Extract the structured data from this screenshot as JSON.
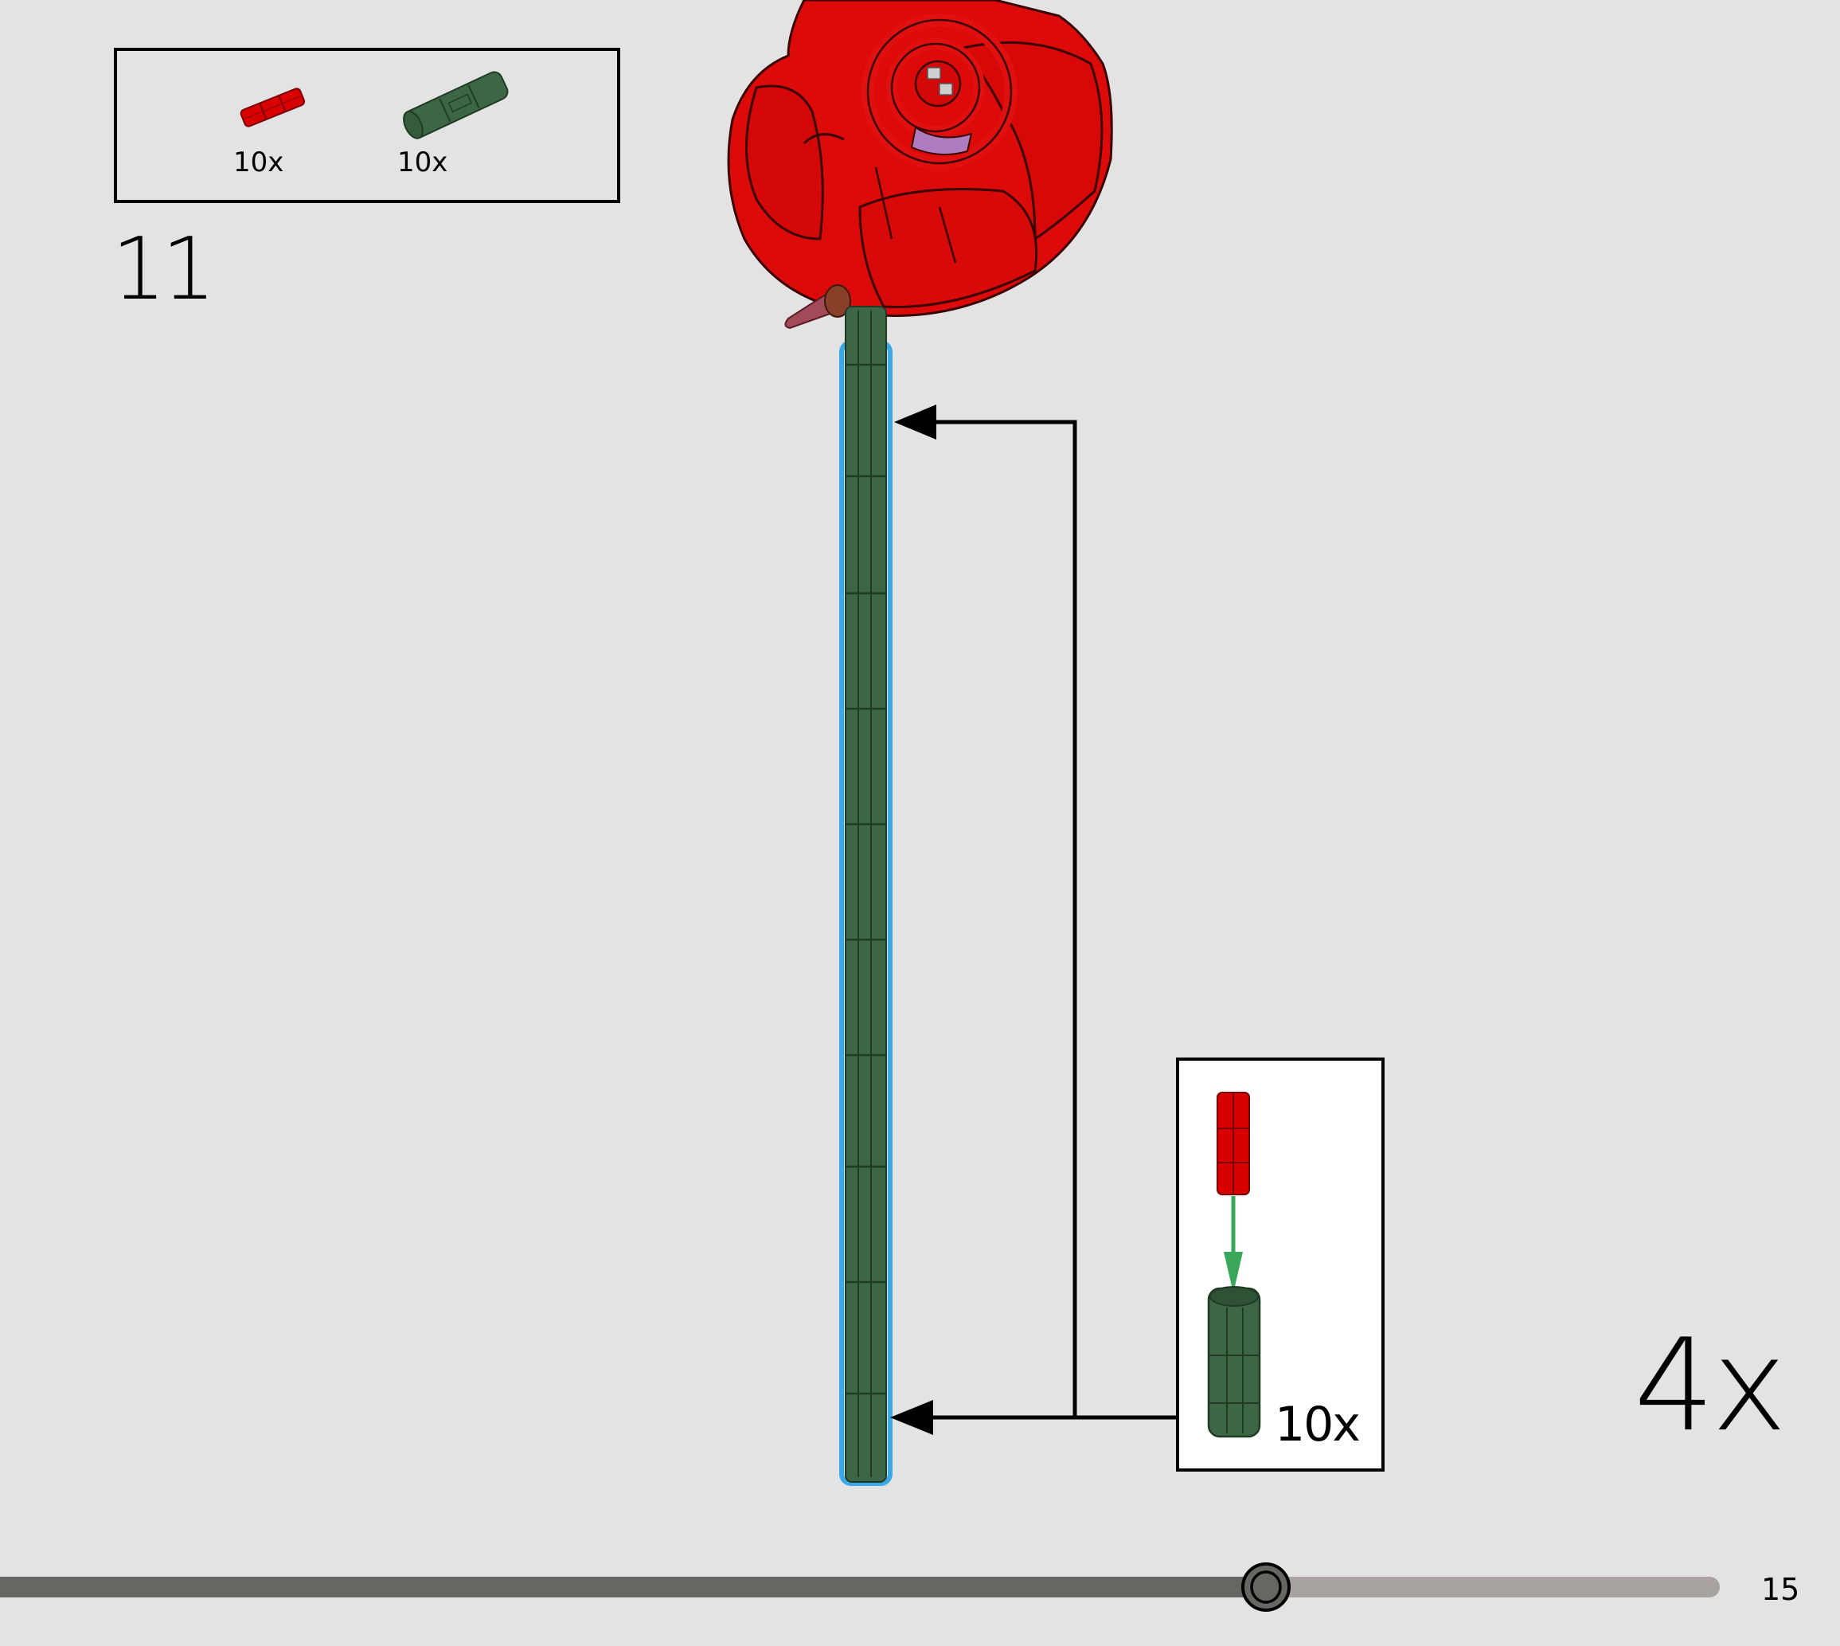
{
  "page": {
    "background": "#e3e3e3",
    "page_number": "15"
  },
  "parts_list": {
    "items": [
      {
        "name": "red-axle-2",
        "color": "#d80000",
        "quantity": "10x"
      },
      {
        "name": "green-axle-connector",
        "color": "#3d6645",
        "quantity": "10x"
      }
    ]
  },
  "step": {
    "number": "11",
    "multiplier": "4x"
  },
  "callout": {
    "quantity": "10x",
    "arrow_color": "#3aa65a"
  },
  "progress": {
    "filled_color": "#666763",
    "track_color": "#a8a3a0",
    "position_percent": 73
  },
  "colors": {
    "rose_red": "#dd0a0a",
    "stem_green": "#3d6645",
    "highlight_blue": "#3aa9e8",
    "thorn": "#a34a5a"
  }
}
